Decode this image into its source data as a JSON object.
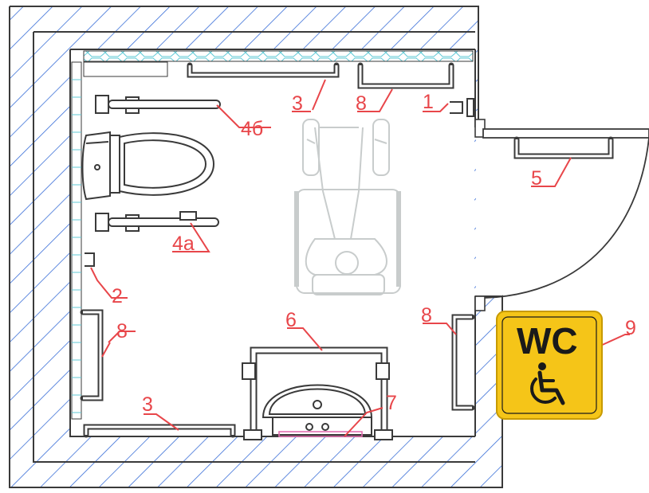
{
  "labels": {
    "l1": "1",
    "l2": "2",
    "l3_top": "3",
    "l3_bottom": "3",
    "l4a": "4а",
    "l4b": "4б",
    "l5": "5",
    "l6": "6",
    "l7": "7",
    "l8_top": "8",
    "l8_left": "8",
    "l8_right": "8",
    "l9": "9"
  },
  "sign": {
    "text": "WC",
    "icon": "wheelchair-icon",
    "bg_color": "#f5c518"
  },
  "colors": {
    "callout": "#e8464a",
    "hatch": "#3a6fd8",
    "tile": "#5fc9d6",
    "line": "#3a3a3a",
    "wheelchair": "#c8cccc",
    "accent": "#e36fb0"
  }
}
